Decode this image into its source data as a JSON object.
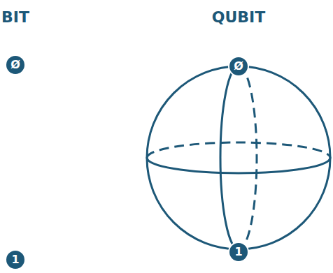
{
  "diagram": {
    "nodes": [
      {
        "text": [
          "Ø"
        ]
      },
      {
        "text": [
          "1"
        ]
      },
      {
        "text": [
          "Ø"
        ]
      },
      {
        "text": [
          "1"
        ]
      }
    ],
    "labels": [
      "BIT",
      "QUBIT"
    ]
  }
}
